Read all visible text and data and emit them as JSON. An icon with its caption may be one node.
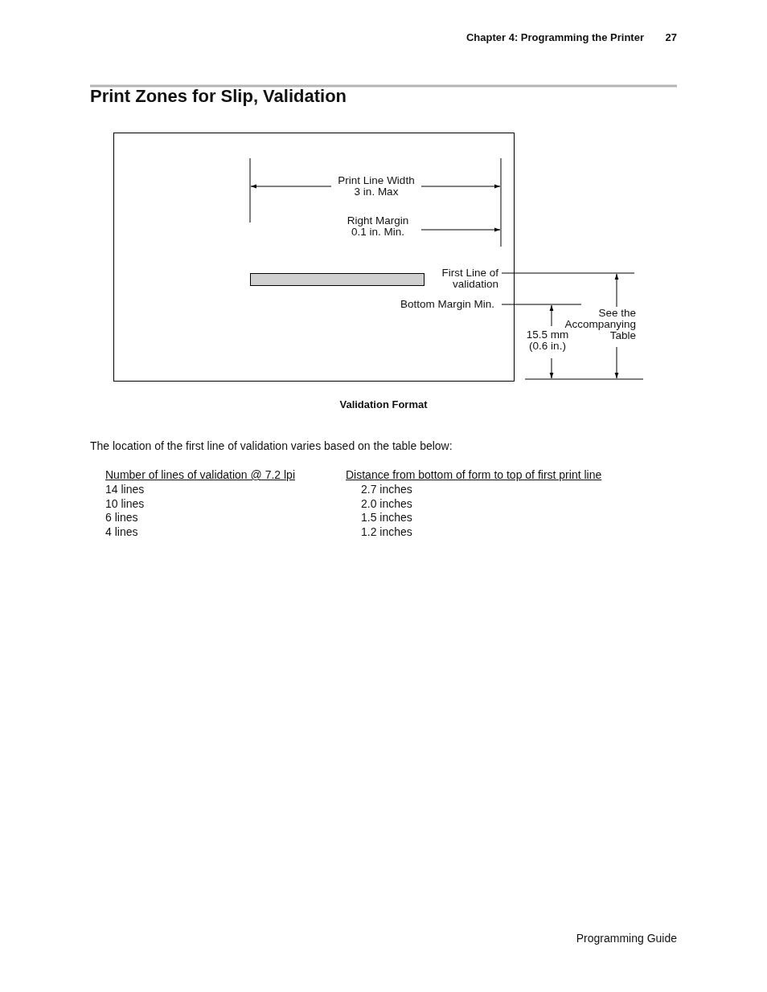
{
  "diagram": {
    "title": "Print Zones for Slip, Validation",
    "caption": "Validation Format",
    "nodes": [
      {
        "text": [],
        "shape": "box"
      },
      {
        "text": [],
        "shape": "bar",
        "in": 0
      }
    ],
    "edges": [],
    "labels": [
      "Chapter 4: Programming the Printer",
      "27",
      "Print Line Width 3 in. Max",
      "Right Margin 0.1 in. Min.",
      "First Line of validation",
      "Bottom Margin Min.",
      "See the Accompanying Table",
      "15.5 mm (0.6 in.)",
      "The location of the first line of validation varies based on the table below:",
      "Number of lines of validation @ 7.2 lpi",
      "Distance from bottom of form to top of first print line",
      "14 lines",
      "2.7 inches",
      "10 lines",
      "2.0 inches",
      "6 lines",
      "1.5 inches",
      "4 lines",
      "1.2 inches",
      "Programming Guide"
    ]
  }
}
